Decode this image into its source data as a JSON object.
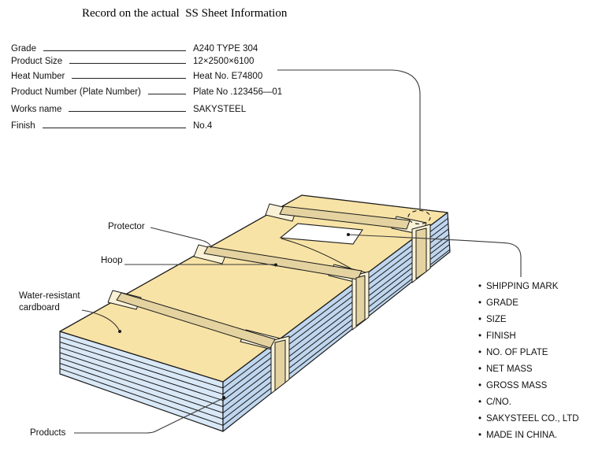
{
  "title": "Record on the actual  SS Sheet Information",
  "fields": [
    {
      "label": "Grade",
      "value": "A240 TYPE 304"
    },
    {
      "label": "Product Size",
      "value": "12×2500×6100"
    },
    {
      "label": "Heat Number",
      "value": "Heat No. E74800"
    },
    {
      "label": "Product Number (Plate Number)",
      "value": "Plate No .123456—01"
    },
    {
      "label": "Works name",
      "value": "SAKYSTEEL"
    },
    {
      "label": "Finish",
      "value": "No.4"
    }
  ],
  "diagram_labels": {
    "protector": "Protector",
    "hoop": "Hoop",
    "cardboard": "Water-resistant\ncardboard",
    "products": "Products"
  },
  "shipping_list": {
    "bullet": "•",
    "items": [
      "SHIPPING MARK",
      "GRADE",
      "SIZE",
      "FINISH",
      "NO. OF PLATE",
      "NET MASS",
      "GROSS MASS",
      "C/NO.",
      "SAKYSTEEL CO., LTD",
      "MADE IN CHINA."
    ]
  },
  "colors": {
    "cardboard_top": "#F8E3A6",
    "sheet_side_light": "#D9E8F7",
    "sheet_side_shaded": "#BFD6EE",
    "strap": "#E4D3A0",
    "protector": "#FAF2D7",
    "label_white": "#FFFFFF",
    "outline": "#1A1A1A",
    "leader": "#3A3A3A"
  }
}
